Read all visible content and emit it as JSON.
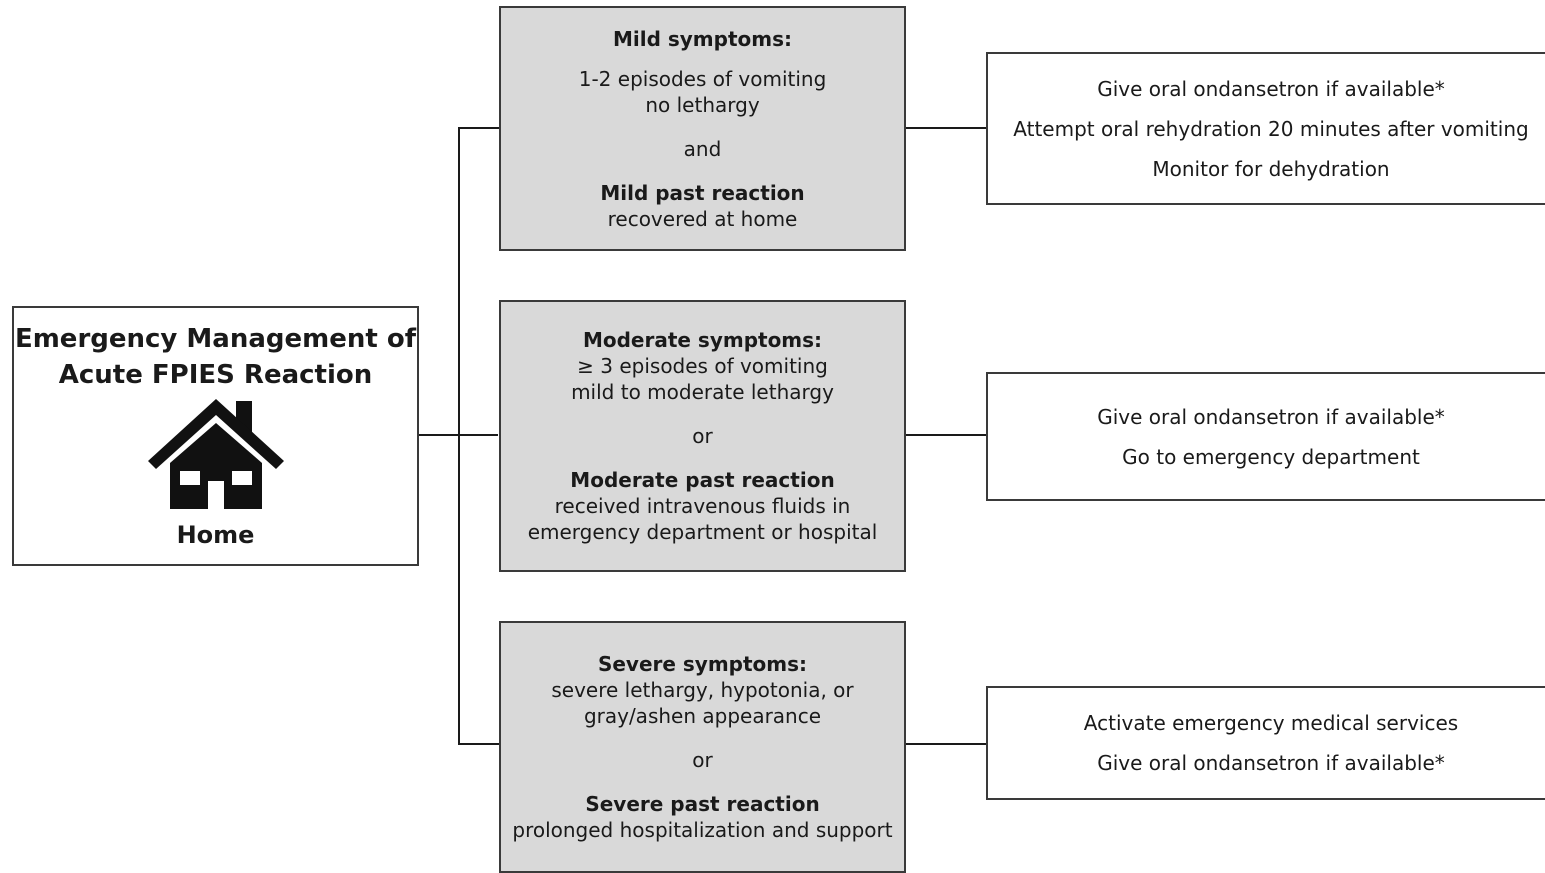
{
  "home": {
    "title_line1": "Emergency Management of",
    "title_line2": "Acute FPIES Reaction",
    "icon": "house-icon",
    "label": "Home"
  },
  "mild": {
    "heading": "Mild symptoms:",
    "line1": "1-2 episodes of vomiting",
    "line2": "no lethargy",
    "connector": "and",
    "past_heading": "Mild past reaction",
    "past_line1": "recovered at home",
    "actions": [
      "Give oral ondansetron if available*",
      "Attempt oral rehydration 20 minutes after vomiting",
      "Monitor for dehydration"
    ]
  },
  "moderate": {
    "heading": "Moderate symptoms:",
    "line1": "≥ 3 episodes of vomiting",
    "line2": "mild to moderate lethargy",
    "connector": "or",
    "past_heading": "Moderate past reaction",
    "past_line1": "received intravenous fluids in",
    "past_line2": "emergency department or hospital",
    "actions": [
      "Give oral ondansetron if available*",
      "Go to emergency department"
    ]
  },
  "severe": {
    "heading": "Severe symptoms:",
    "line1": "severe lethargy, hypotonia, or",
    "line2": "gray/ashen appearance",
    "connector": "or",
    "past_heading": "Severe past reaction",
    "past_line1": "prolonged hospitalization and support",
    "actions": [
      "Activate emergency medical services",
      "Give oral ondansetron if available*"
    ]
  }
}
